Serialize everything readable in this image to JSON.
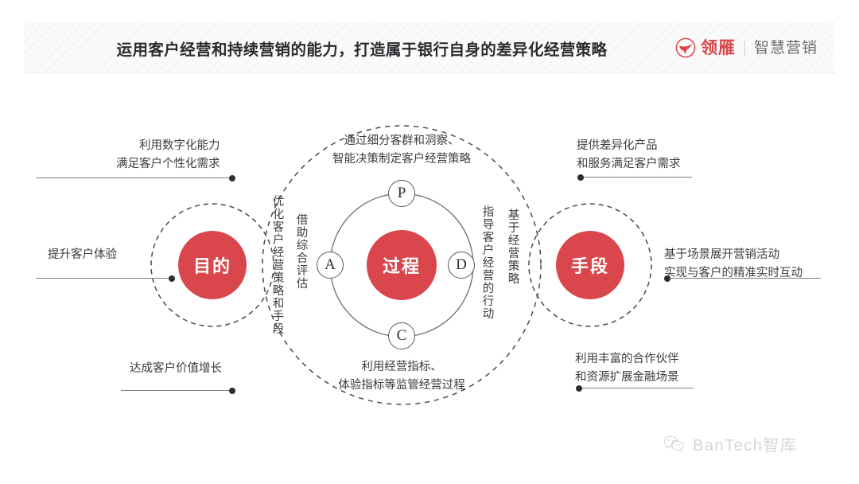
{
  "header": {
    "title": "运用客户经营和持续营销的能力，打造属于银行自身的差异化经营策略",
    "logo": {
      "mark_icon": "goose-circle-logo-icon",
      "brand_cn": "领雁",
      "brand_sub": "智慧营销",
      "brand_color": "#d9454a",
      "sub_color": "#6d6d72"
    }
  },
  "diagram": {
    "type": "three-circle-overlap-venn",
    "accent_color": "#d9474c",
    "nodes": [
      {
        "id": "purpose",
        "label": "目的"
      },
      {
        "id": "process",
        "label": "过程"
      },
      {
        "id": "means",
        "label": "手段"
      }
    ],
    "pdca": {
      "ring_label": "PDCA cycle ring",
      "steps": [
        {
          "id": "p",
          "label": "P",
          "position": "top"
        },
        {
          "id": "d",
          "label": "D",
          "position": "right"
        },
        {
          "id": "c",
          "label": "C",
          "position": "bottom"
        },
        {
          "id": "a",
          "label": "A",
          "position": "left"
        }
      ]
    },
    "center_labels": {
      "top": "通过细分客群和洞察、\n智能决策制定客户经营策略",
      "top_line1": "通过细分客群和洞察、",
      "top_line2": "智能决策制定客户经营策略",
      "bottom_line1": "利用经营指标、",
      "bottom_line2": "体验指标等监管经营过程"
    },
    "vertical_labels": [
      {
        "id": "optimize",
        "text": "优化客户经营策略和手段"
      },
      {
        "id": "evaluate",
        "text": "借助综合评估"
      },
      {
        "id": "guide",
        "text": "指导客户经营的行动"
      },
      {
        "id": "based_on",
        "text": "基于经营策略"
      }
    ],
    "outer_labels": {
      "top_left": {
        "line1": "利用数字化能力",
        "line2": "满足客户个性化需求"
      },
      "mid_left": {
        "line1": "提升客户体验",
        "line2": ""
      },
      "bottom_left": {
        "line1": "达成客户价值增长",
        "line2": ""
      },
      "top_right": {
        "line1": "提供差异化产品",
        "line2": "和服务满足客户需求"
      },
      "mid_right": {
        "line1": "基于场景展开营销活动",
        "line2": "实现与客户的精准实时互动"
      },
      "bottom_right": {
        "line1": "利用丰富的合作伙伴",
        "line2": "和资源扩展金融场景"
      }
    }
  },
  "watermark": {
    "icon": "wechat-icon",
    "text": "BanTech智库"
  }
}
